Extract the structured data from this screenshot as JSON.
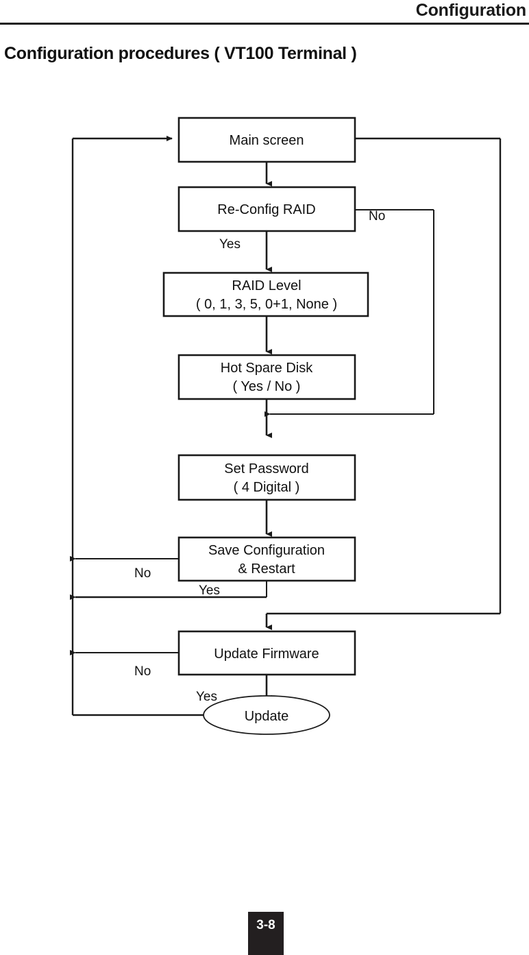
{
  "header": {
    "running_head": "Configuration",
    "section_title": "Configuration procedures  ( VT100 Terminal )"
  },
  "footer": {
    "page_number": "3-8"
  },
  "chart_data": {
    "type": "diagram",
    "title": "Configuration procedures ( VT100 Terminal )",
    "nodes": [
      {
        "id": "main-screen",
        "shape": "rect",
        "label_line1": "Main screen",
        "label_line2": ""
      },
      {
        "id": "re-config-raid",
        "shape": "rect",
        "label_line1": "Re-Config RAID",
        "label_line2": ""
      },
      {
        "id": "raid-level",
        "shape": "rect",
        "label_line1": "RAID Level",
        "label_line2": "( 0, 1, 3, 5, 0+1, None )"
      },
      {
        "id": "hot-spare-disk",
        "shape": "rect",
        "label_line1": "Hot Spare Disk",
        "label_line2": "( Yes / No )"
      },
      {
        "id": "set-password",
        "shape": "rect",
        "label_line1": "Set Password",
        "label_line2": "( 4 Digital )"
      },
      {
        "id": "save-configuration",
        "shape": "rect",
        "label_line1": "Save Configuration",
        "label_line2": "& Restart"
      },
      {
        "id": "update-firmware",
        "shape": "rect",
        "label_line1": "Update Firmware",
        "label_line2": ""
      },
      {
        "id": "update",
        "shape": "ellipse",
        "label_line1": "Update",
        "label_line2": ""
      }
    ],
    "edge_labels": {
      "reconfig_yes": "Yes",
      "reconfig_no": "No",
      "save_no": "No",
      "save_yes": "Yes",
      "firmware_no": "No",
      "firmware_yes": "Yes"
    },
    "edges": [
      {
        "from": "main-screen",
        "to": "re-config-raid",
        "label": ""
      },
      {
        "from": "re-config-raid",
        "to": "raid-level",
        "label": "Yes"
      },
      {
        "from": "re-config-raid",
        "to": "set-password",
        "label": "No"
      },
      {
        "from": "raid-level",
        "to": "hot-spare-disk",
        "label": ""
      },
      {
        "from": "hot-spare-disk",
        "to": "set-password",
        "label": ""
      },
      {
        "from": "set-password",
        "to": "save-configuration",
        "label": ""
      },
      {
        "from": "save-configuration",
        "to": "main-screen",
        "label": "No"
      },
      {
        "from": "save-configuration",
        "to": "main-screen",
        "label": "Yes"
      },
      {
        "from": "main-screen",
        "to": "update-firmware",
        "label": ""
      },
      {
        "from": "update-firmware",
        "to": "main-screen",
        "label": "No"
      },
      {
        "from": "update-firmware",
        "to": "update",
        "label": "Yes"
      },
      {
        "from": "update",
        "to": "main-screen",
        "label": ""
      }
    ],
    "colors": {
      "stroke": "#1a1a1a",
      "text": "#111111",
      "background": "#ffffff"
    }
  }
}
